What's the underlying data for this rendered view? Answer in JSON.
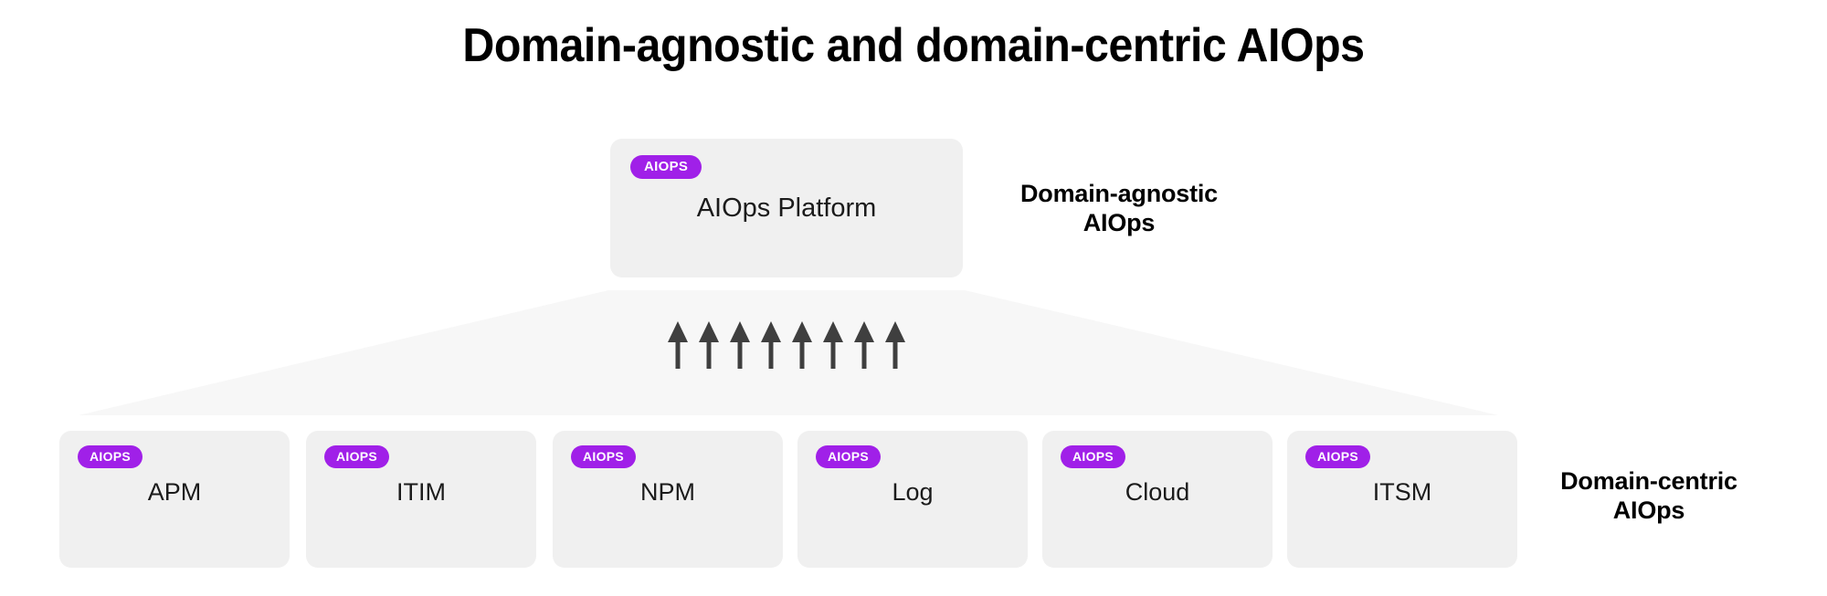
{
  "title": "Domain-agnostic and domain-centric AIOps",
  "colors": {
    "background": "#ffffff",
    "card_fill": "#f0f0f0",
    "funnel_fill": "#f7f7f7",
    "badge_fill": "#a020e8",
    "badge_text": "#ffffff",
    "arrow": "#3f3f3f",
    "text": "#1b1b1b"
  },
  "badge_label": "AIOPS",
  "platform": {
    "badge": "AIOPS",
    "label": "AIOps Platform"
  },
  "annotations": {
    "agnostic_line1": "Domain-agnostic",
    "agnostic_line2": "AIOps",
    "centric_line1": "Domain-centric",
    "centric_line2": "AIOps"
  },
  "arrows": {
    "count": 8,
    "direction": "up",
    "icon": "arrow-up-icon"
  },
  "domain_cards": [
    {
      "badge": "AIOPS",
      "label": "APM"
    },
    {
      "badge": "AIOPS",
      "label": "ITIM"
    },
    {
      "badge": "AIOPS",
      "label": "NPM"
    },
    {
      "badge": "AIOPS",
      "label": "Log"
    },
    {
      "badge": "AIOPS",
      "label": "Cloud"
    },
    {
      "badge": "AIOPS",
      "label": "ITSM"
    }
  ]
}
